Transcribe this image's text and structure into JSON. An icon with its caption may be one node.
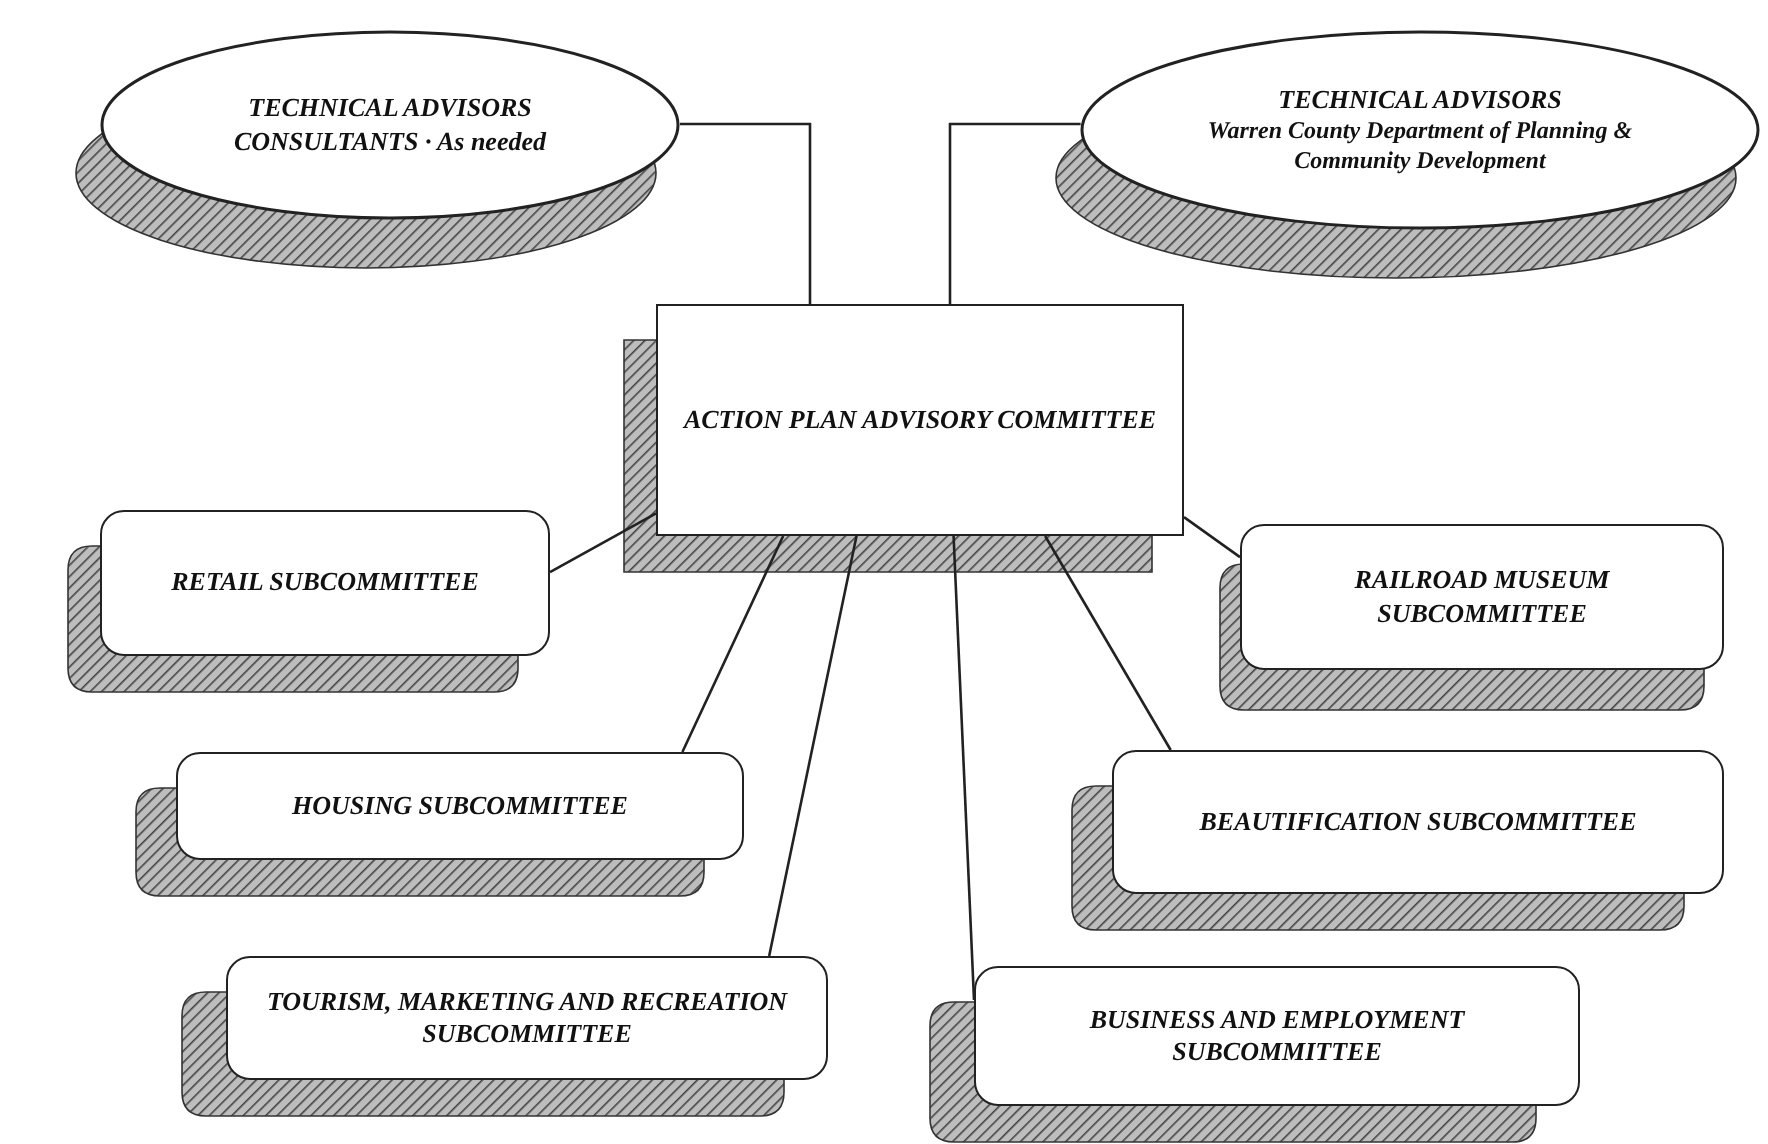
{
  "diagram": {
    "nodes": [
      {
        "text": [
          "TECHNICAL ADVISORS",
          "CONSULTANTS · As needed"
        ]
      },
      {
        "text": [
          "TECHNICAL ADVISORS",
          "Warren County Department of Planning & Community Development"
        ]
      },
      {
        "text": [
          "ACTION PLAN ADVISORY COMMITTEE"
        ]
      },
      {
        "text": [
          "RETAIL SUBCOMMITTEE"
        ]
      },
      {
        "text": [
          "RAILROAD MUSEUM SUBCOMMITTEE"
        ]
      },
      {
        "text": [
          "HOUSING SUBCOMMITTEE"
        ]
      },
      {
        "text": [
          "BEAUTIFICATION SUBCOMMITTEE"
        ]
      },
      {
        "text": [
          "TOURISM, MARKETING AND RECREATION SUBCOMMITTEE"
        ]
      },
      {
        "text": [
          "BUSINESS AND EMPLOYMENT SUBCOMMITTEE"
        ]
      }
    ],
    "edges": [
      {
        "from": 0,
        "to": 2,
        "arrow": "none"
      },
      {
        "from": 1,
        "to": 2,
        "arrow": "none"
      },
      {
        "from": 2,
        "to": 3,
        "arrow": "none"
      },
      {
        "from": 2,
        "to": 4,
        "arrow": "none"
      },
      {
        "from": 2,
        "to": 5,
        "arrow": "none"
      },
      {
        "from": 2,
        "to": 6,
        "arrow": "none"
      },
      {
        "from": 2,
        "to": 7,
        "arrow": "none"
      },
      {
        "from": 2,
        "to": 8,
        "arrow": "none"
      }
    ]
  }
}
